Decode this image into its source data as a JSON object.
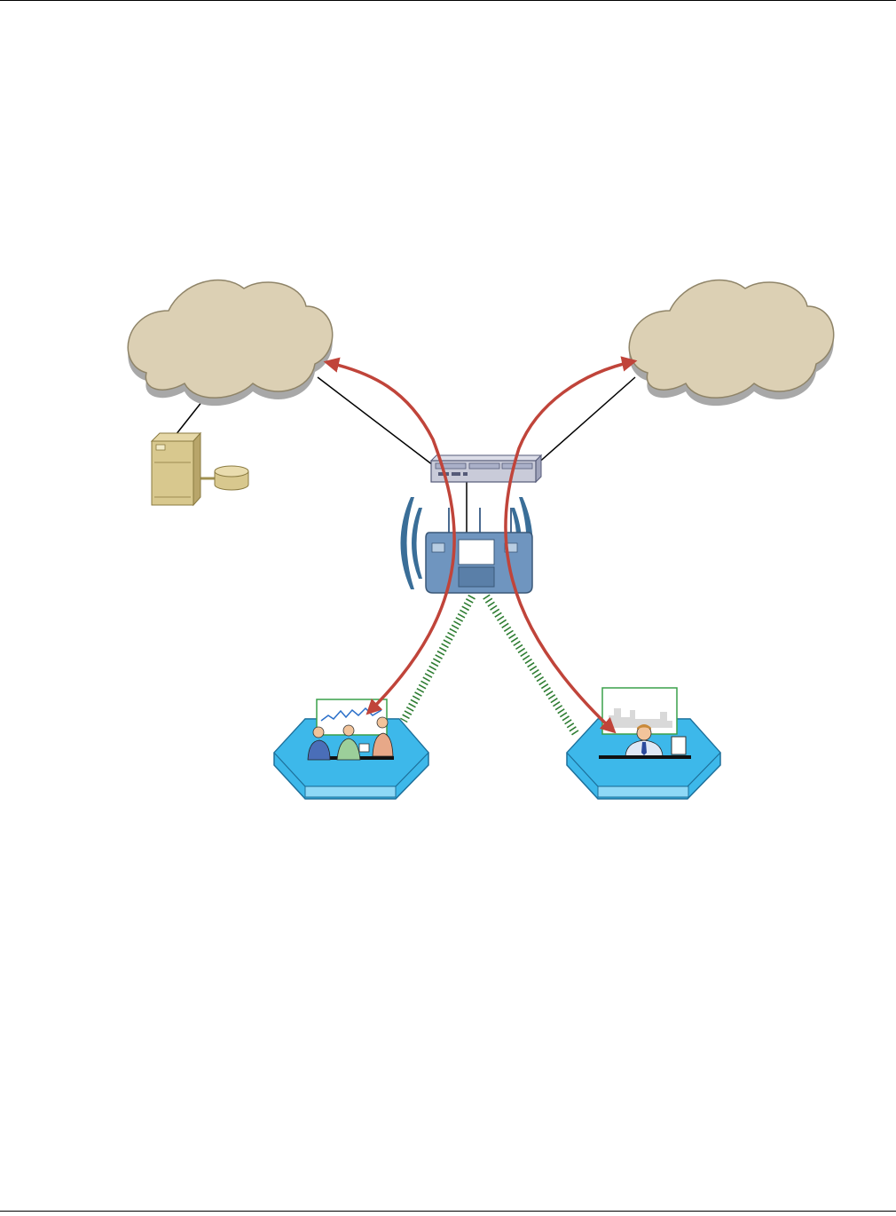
{
  "diagram": {
    "nodes": [
      {
        "id": "cloud-left",
        "icon": "cloud-icon"
      },
      {
        "id": "cloud-right",
        "icon": "cloud-icon"
      },
      {
        "id": "server",
        "icon": "server-tower-icon"
      },
      {
        "id": "database",
        "icon": "database-icon"
      },
      {
        "id": "switch",
        "icon": "network-switch-icon"
      },
      {
        "id": "access-point",
        "icon": "wireless-access-point-icon"
      },
      {
        "id": "meeting-room",
        "icon": "conference-room-icon"
      },
      {
        "id": "office-desk",
        "icon": "desk-worker-icon"
      }
    ],
    "links": [
      {
        "from": "cloud-left",
        "to": "server",
        "style": "wired"
      },
      {
        "from": "server",
        "to": "database",
        "style": "wired"
      },
      {
        "from": "cloud-left",
        "to": "switch",
        "style": "wired"
      },
      {
        "from": "cloud-right",
        "to": "switch",
        "style": "wired"
      },
      {
        "from": "switch",
        "to": "access-point",
        "style": "wired"
      },
      {
        "from": "access-point",
        "to": "meeting-room",
        "style": "wireless"
      },
      {
        "from": "access-point",
        "to": "office-desk",
        "style": "wireless"
      }
    ],
    "flows": [
      {
        "from": "meeting-room",
        "to": "cloud-left",
        "bidirectional": true
      },
      {
        "from": "office-desk",
        "to": "cloud-right",
        "bidirectional": true
      }
    ],
    "colors": {
      "cloud_fill": "#dcd0b4",
      "cloud_shadow": "#a8a8a8",
      "flow_arrow": "#c0443a",
      "wireless_signal": "#2e7d32",
      "radio_waves": "#3a6e98",
      "platform": "#3db8ea",
      "device_body": "#6f95bf"
    }
  }
}
